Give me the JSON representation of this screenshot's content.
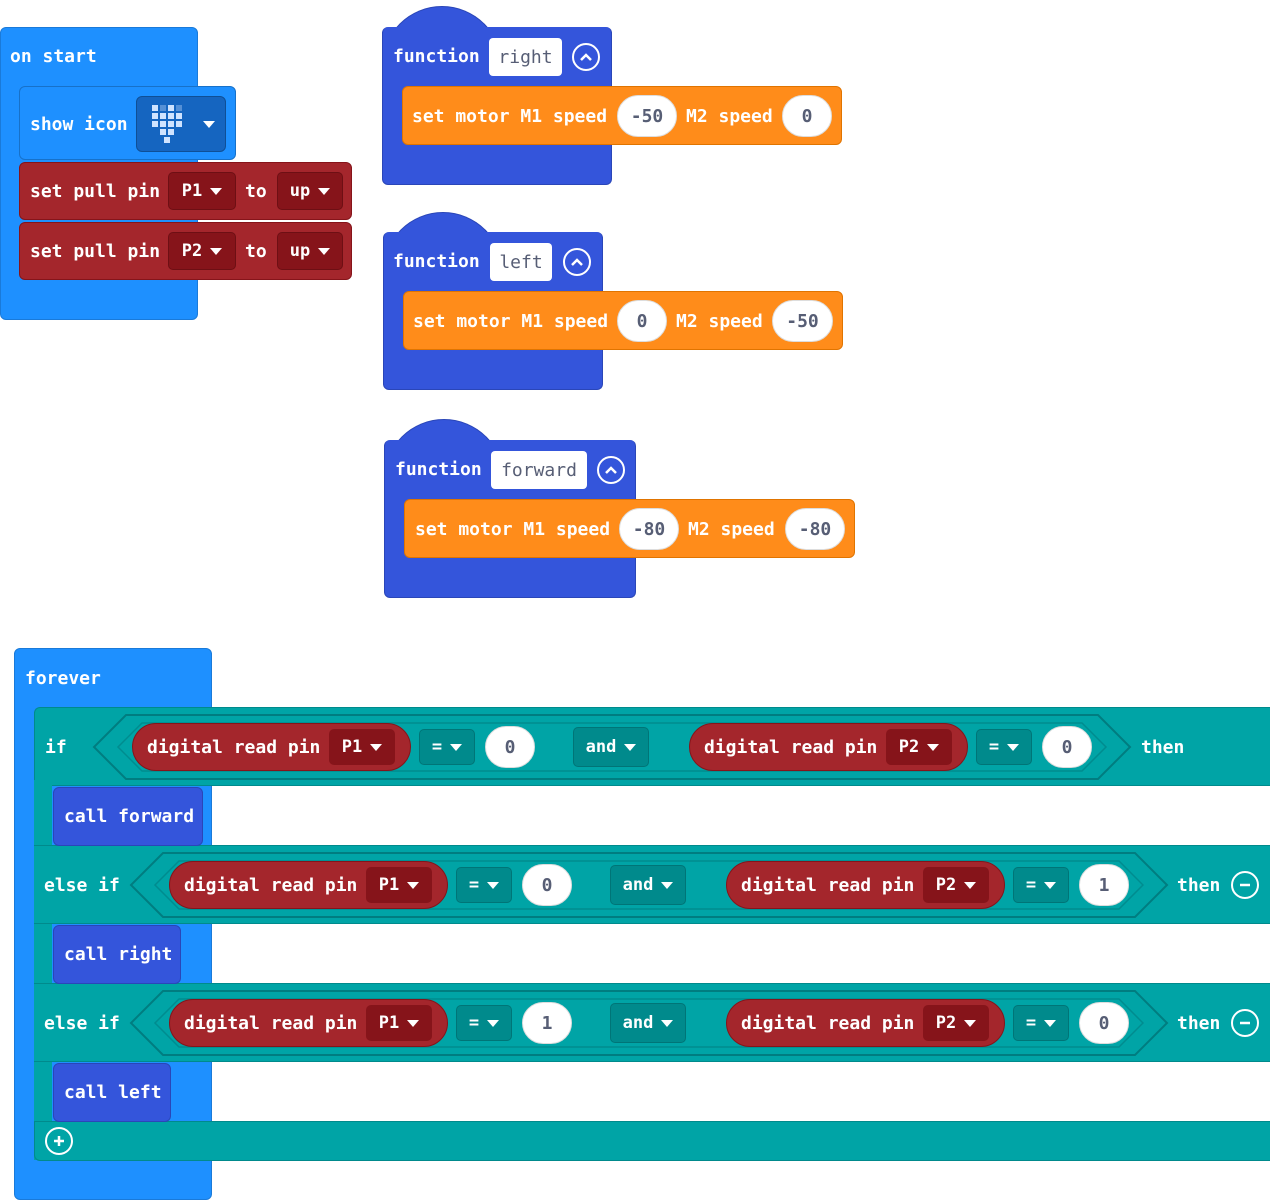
{
  "on_start": {
    "label": "on start",
    "show_icon": {
      "label": "show icon"
    },
    "pull1": {
      "label": "set pull pin",
      "pin": "P1",
      "to": "to",
      "mode": "up"
    },
    "pull2": {
      "label": "set pull pin",
      "pin": "P2",
      "to": "to",
      "mode": "up"
    }
  },
  "functions": [
    {
      "keyword": "function",
      "name": "right",
      "motor": {
        "label": "set motor M1 speed",
        "m1": "-50",
        "m2_label": "M2 speed",
        "m2": "0"
      }
    },
    {
      "keyword": "function",
      "name": "left",
      "motor": {
        "label": "set motor M1 speed",
        "m1": "0",
        "m2_label": "M2 speed",
        "m2": "-50"
      }
    },
    {
      "keyword": "function",
      "name": "forward",
      "motor": {
        "label": "set motor M1 speed",
        "m1": "-80",
        "m2_label": "M2 speed",
        "m2": "-80"
      }
    }
  ],
  "forever": {
    "label": "forever",
    "branches": [
      {
        "keyword": "if",
        "read_label": "digital read pin",
        "p1": "P1",
        "op1": "=",
        "v1": "0",
        "and": "and",
        "p2": "P2",
        "op2": "=",
        "v2": "0",
        "then": "then",
        "call": "call forward"
      },
      {
        "keyword": "else if",
        "read_label": "digital read pin",
        "p1": "P1",
        "op1": "=",
        "v1": "0",
        "and": "and",
        "p2": "P2",
        "op2": "=",
        "v2": "1",
        "then": "then",
        "call": "call right"
      },
      {
        "keyword": "else if",
        "read_label": "digital read pin",
        "p1": "P1",
        "op1": "=",
        "v1": "1",
        "and": "and",
        "p2": "P2",
        "op2": "=",
        "v2": "0",
        "then": "then",
        "call": "call left"
      }
    ]
  },
  "colors": {
    "event": "#1e90ff",
    "function": "#3455db",
    "motor": "#ff8c1a",
    "pins": "#a4262c",
    "logic": "#00a4a6"
  }
}
